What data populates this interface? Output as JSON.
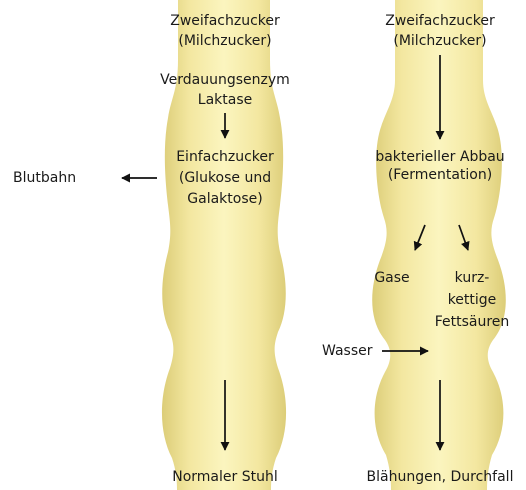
{
  "colors": {
    "tube_light": "#fbf5bf",
    "tube_mid": "#f3e7a0",
    "tube_dark": "#dccd78",
    "arrow": "#111111",
    "text": "#1a1a1a"
  },
  "left_column": {
    "top_label_line1": "Zweifachzucker",
    "top_label_line2": "(Milchzucker)",
    "enzyme_line1": "Verdauungsenzym",
    "enzyme_line2": "Laktase",
    "product_line1": "Einfachzucker",
    "product_line2": "(Glukose und",
    "product_line3": "Galaktose)",
    "side_output": "Blutbahn",
    "bottom_label": "Normaler Stuhl"
  },
  "right_column": {
    "top_label_line1": "Zweifachzucker",
    "top_label_line2": "(Milchzucker)",
    "process_line1": "bakterieller Abbau",
    "process_line2": "(Fermentation)",
    "product_gas": "Gase",
    "product_acids_line1": "kurz-",
    "product_acids_line2": "kettige",
    "product_acids_line3": "Fettsäuren",
    "side_input": "Wasser",
    "bottom_label": "Blähungen, Durchfall"
  }
}
